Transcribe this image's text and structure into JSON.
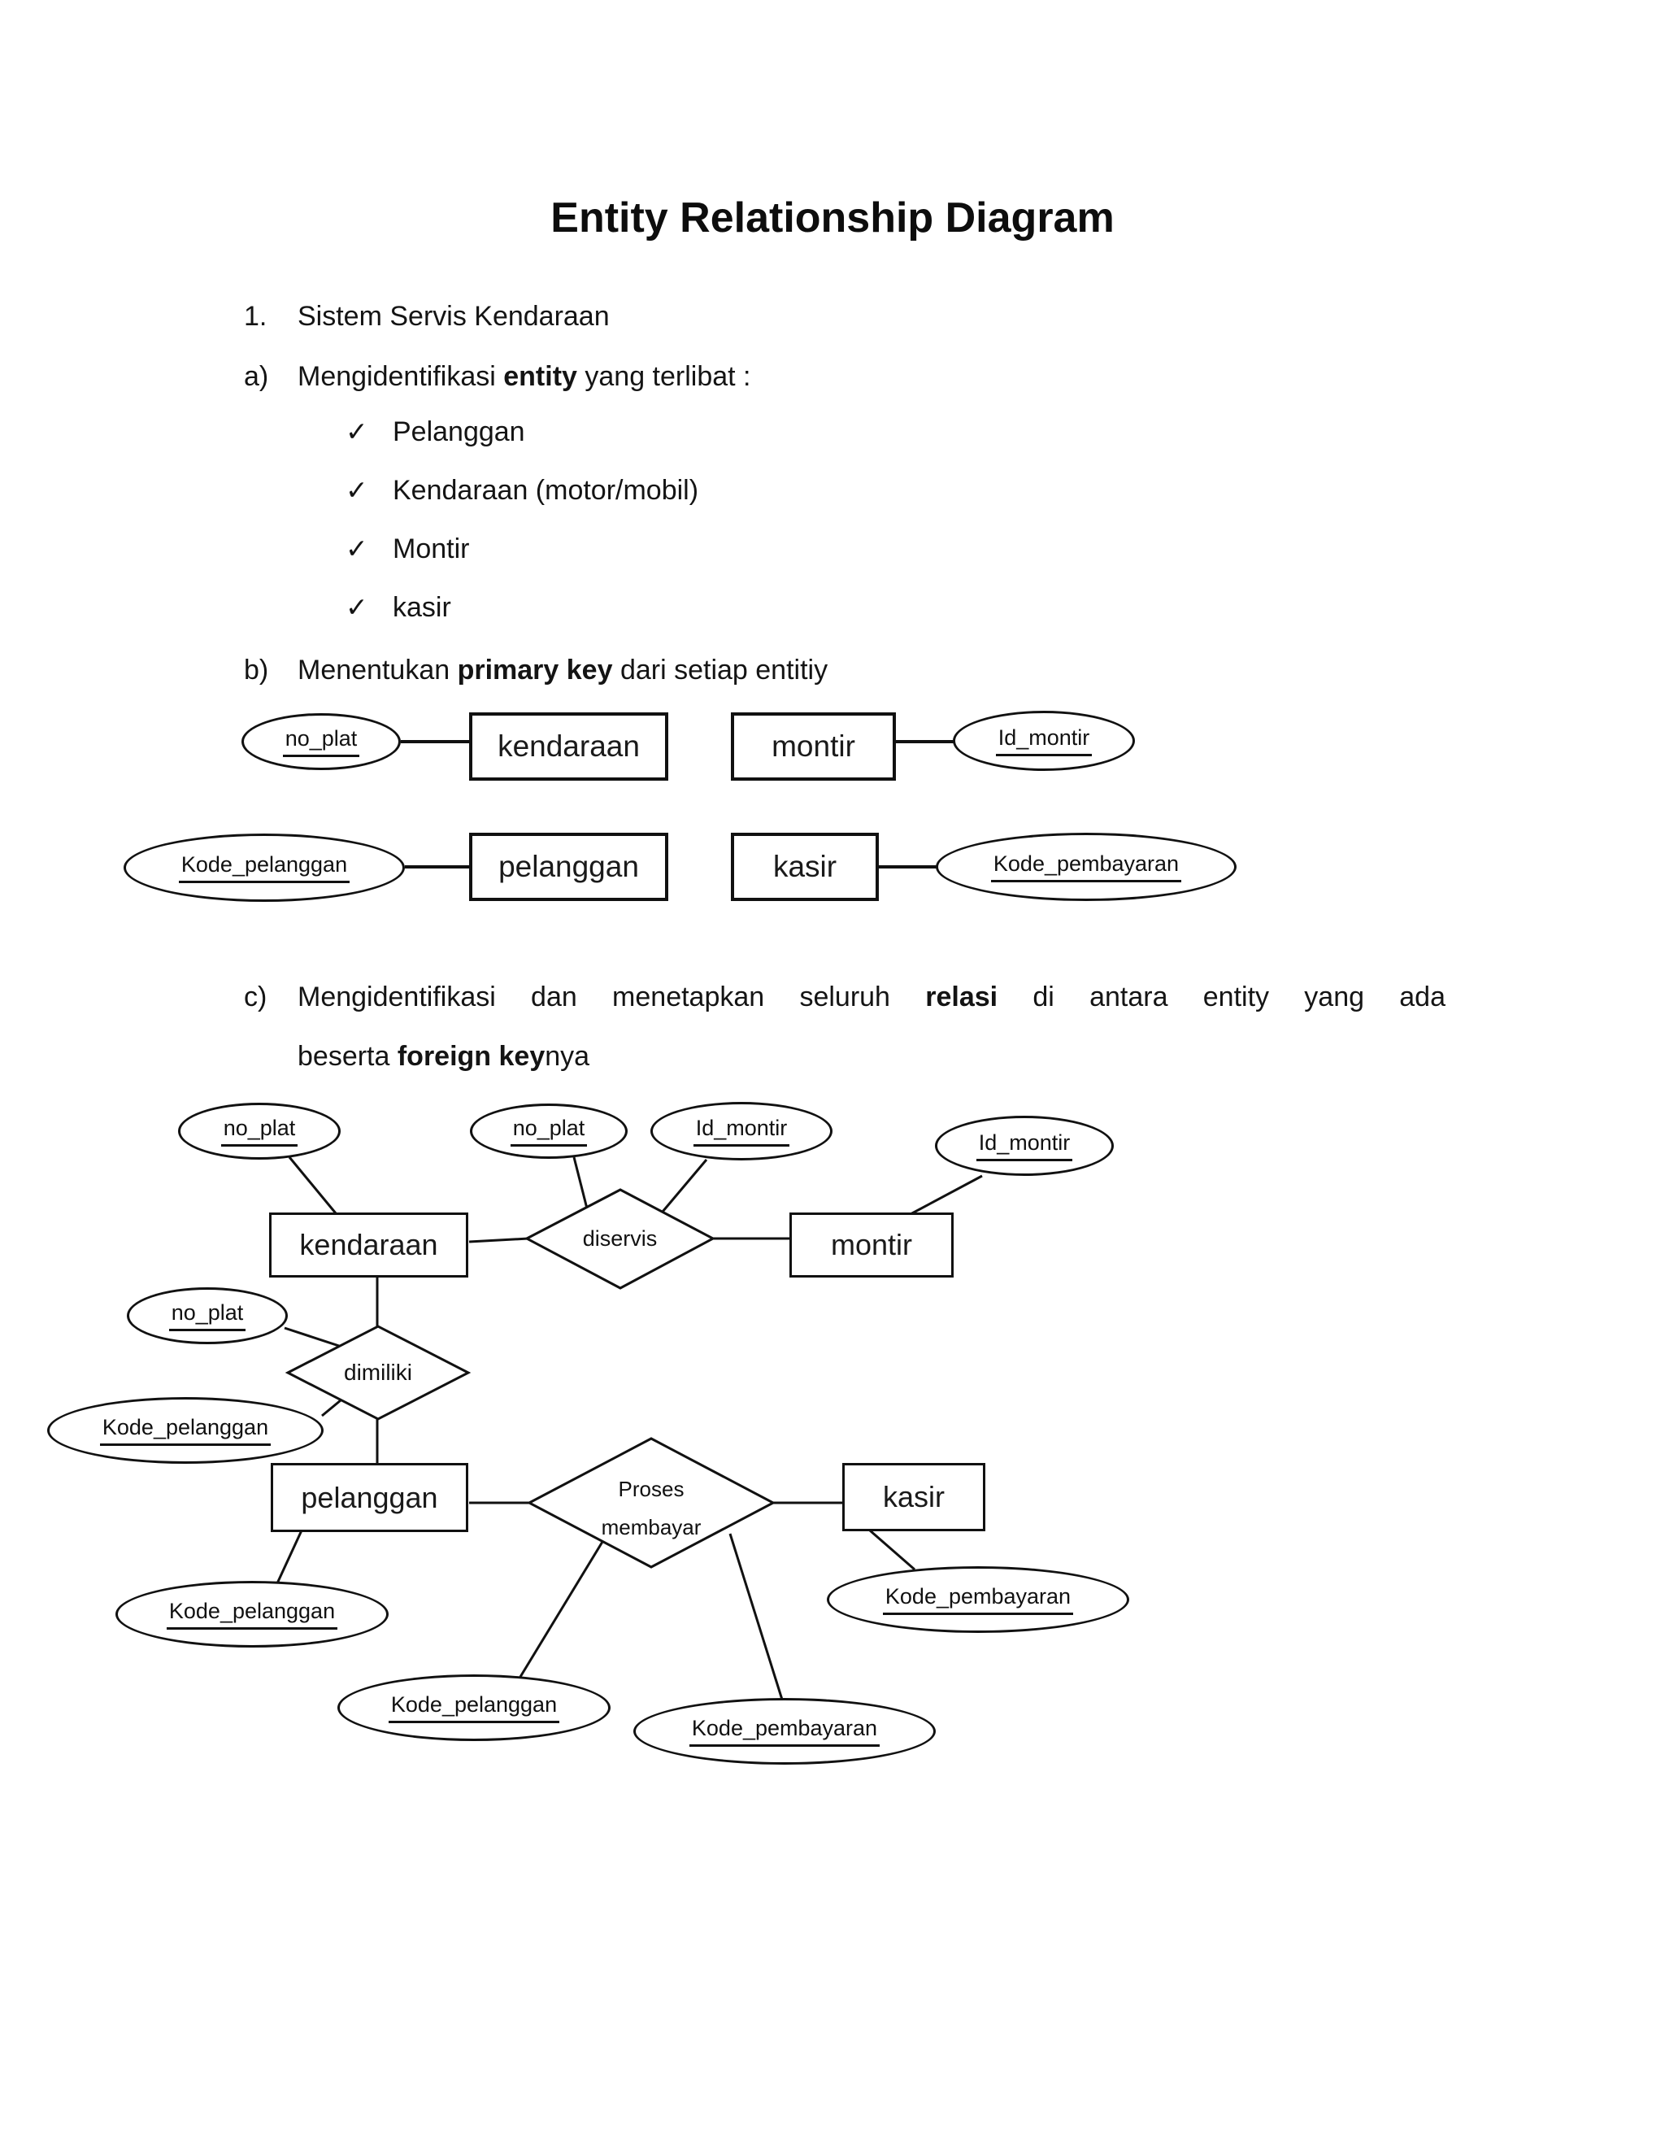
{
  "title": "Entity Relationship Diagram",
  "list": {
    "item1": {
      "label": "1.",
      "text": "Sistem Servis Kendaraan"
    },
    "item_a": {
      "label": "a)",
      "pre": "Mengidentifikasi ",
      "bold": "entity",
      "post": " yang terlibat :"
    },
    "check_glyph": "✓",
    "check_items": [
      "Pelanggan",
      "Kendaraan (motor/mobil)",
      "Montir",
      "kasir"
    ],
    "item_b": {
      "label": "b)",
      "pre": "Menentukan ",
      "bold": "primary key",
      "post": " dari setiap entitiy"
    },
    "item_c": {
      "label": "c)",
      "line1_pre": "Mengidentifikasi dan menetapkan seluruh ",
      "line1_bold": "relasi",
      "line1_post": " di antara entity yang ada",
      "line2_pre": "beserta ",
      "line2_bold": "foreign key",
      "line2_post": "nya"
    }
  },
  "diagram_b": {
    "row1": {
      "attr_left": "no_plat",
      "entity_left": "kendaraan",
      "entity_right": "montir",
      "attr_right": "Id_montir"
    },
    "row2": {
      "attr_left": "Kode_pelanggan",
      "entity_left": "pelanggan",
      "entity_right": "kasir",
      "attr_right": "Kode_pembayaran"
    }
  },
  "diagram_c": {
    "entity_kendaraan": "kendaraan",
    "entity_montir": "montir",
    "entity_pelanggan": "pelanggan",
    "entity_kasir": "kasir",
    "rel_diservis": "diservis",
    "rel_dimiliki": "dimiliki",
    "rel_membayar": "Proses\nmembayar",
    "attr_no_plat_kendaraan": "no_plat",
    "attr_no_plat_diservis": "no_plat",
    "attr_id_montir_diservis": "Id_montir",
    "attr_id_montir_montir": "Id_montir",
    "attr_no_plat_dimiliki": "no_plat",
    "attr_kode_pelanggan_dimiliki": "Kode_pelanggan",
    "attr_kode_pelanggan_pelanggan": "Kode_pelanggan",
    "attr_kode_pembayaran_kasir": "Kode_pembayaran",
    "attr_kode_pelanggan_membayar": "Kode_pelanggan",
    "attr_kode_pembayaran_membayar": "Kode_pembayaran"
  }
}
